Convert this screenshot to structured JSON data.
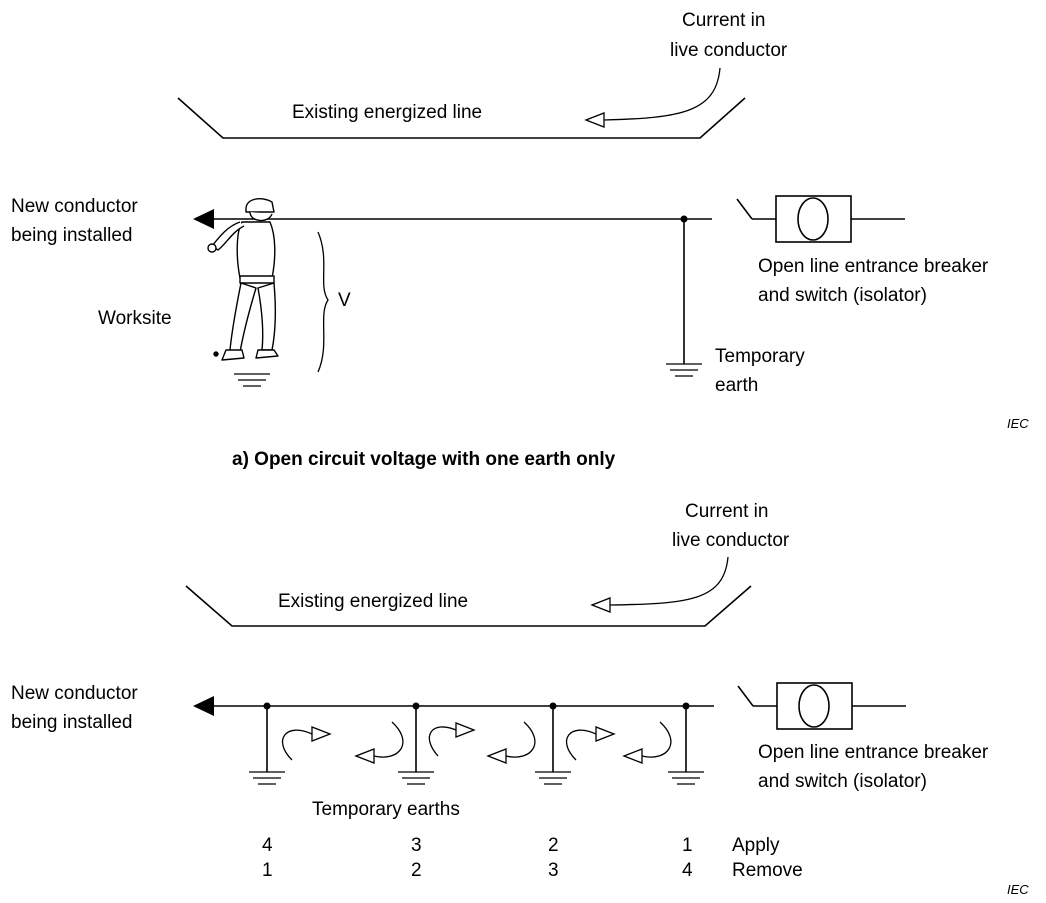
{
  "panel_a": {
    "current_label_line1": "Current in",
    "current_label_line2": "live conductor",
    "energized_line_label": "Existing energized line",
    "new_conductor_line1": "New conductor",
    "new_conductor_line2": "being installed",
    "worksite_label": "Worksite",
    "voltage_label": "V",
    "breaker_label_line1": "Open line entrance breaker",
    "breaker_label_line2": "and switch (isolator)",
    "earth_label_line1": "Temporary",
    "earth_label_line2": "earth",
    "iec_mark": "IEC",
    "caption": "a)   Open circuit voltage with one earth only"
  },
  "panel_b": {
    "current_label_line1": "Current in",
    "current_label_line2": "live conductor",
    "energized_line_label": "Existing energized line",
    "new_conductor_line1": "New conductor",
    "new_conductor_line2": "being installed",
    "breaker_label_line1": "Open line entrance breaker",
    "breaker_label_line2": "and switch (isolator)",
    "earths_label": "Temporary earths",
    "apply_label": "Apply",
    "remove_label": "Remove",
    "apply_order": [
      "4",
      "3",
      "2",
      "1"
    ],
    "remove_order": [
      "1",
      "2",
      "3",
      "4"
    ],
    "iec_mark": "IEC"
  }
}
